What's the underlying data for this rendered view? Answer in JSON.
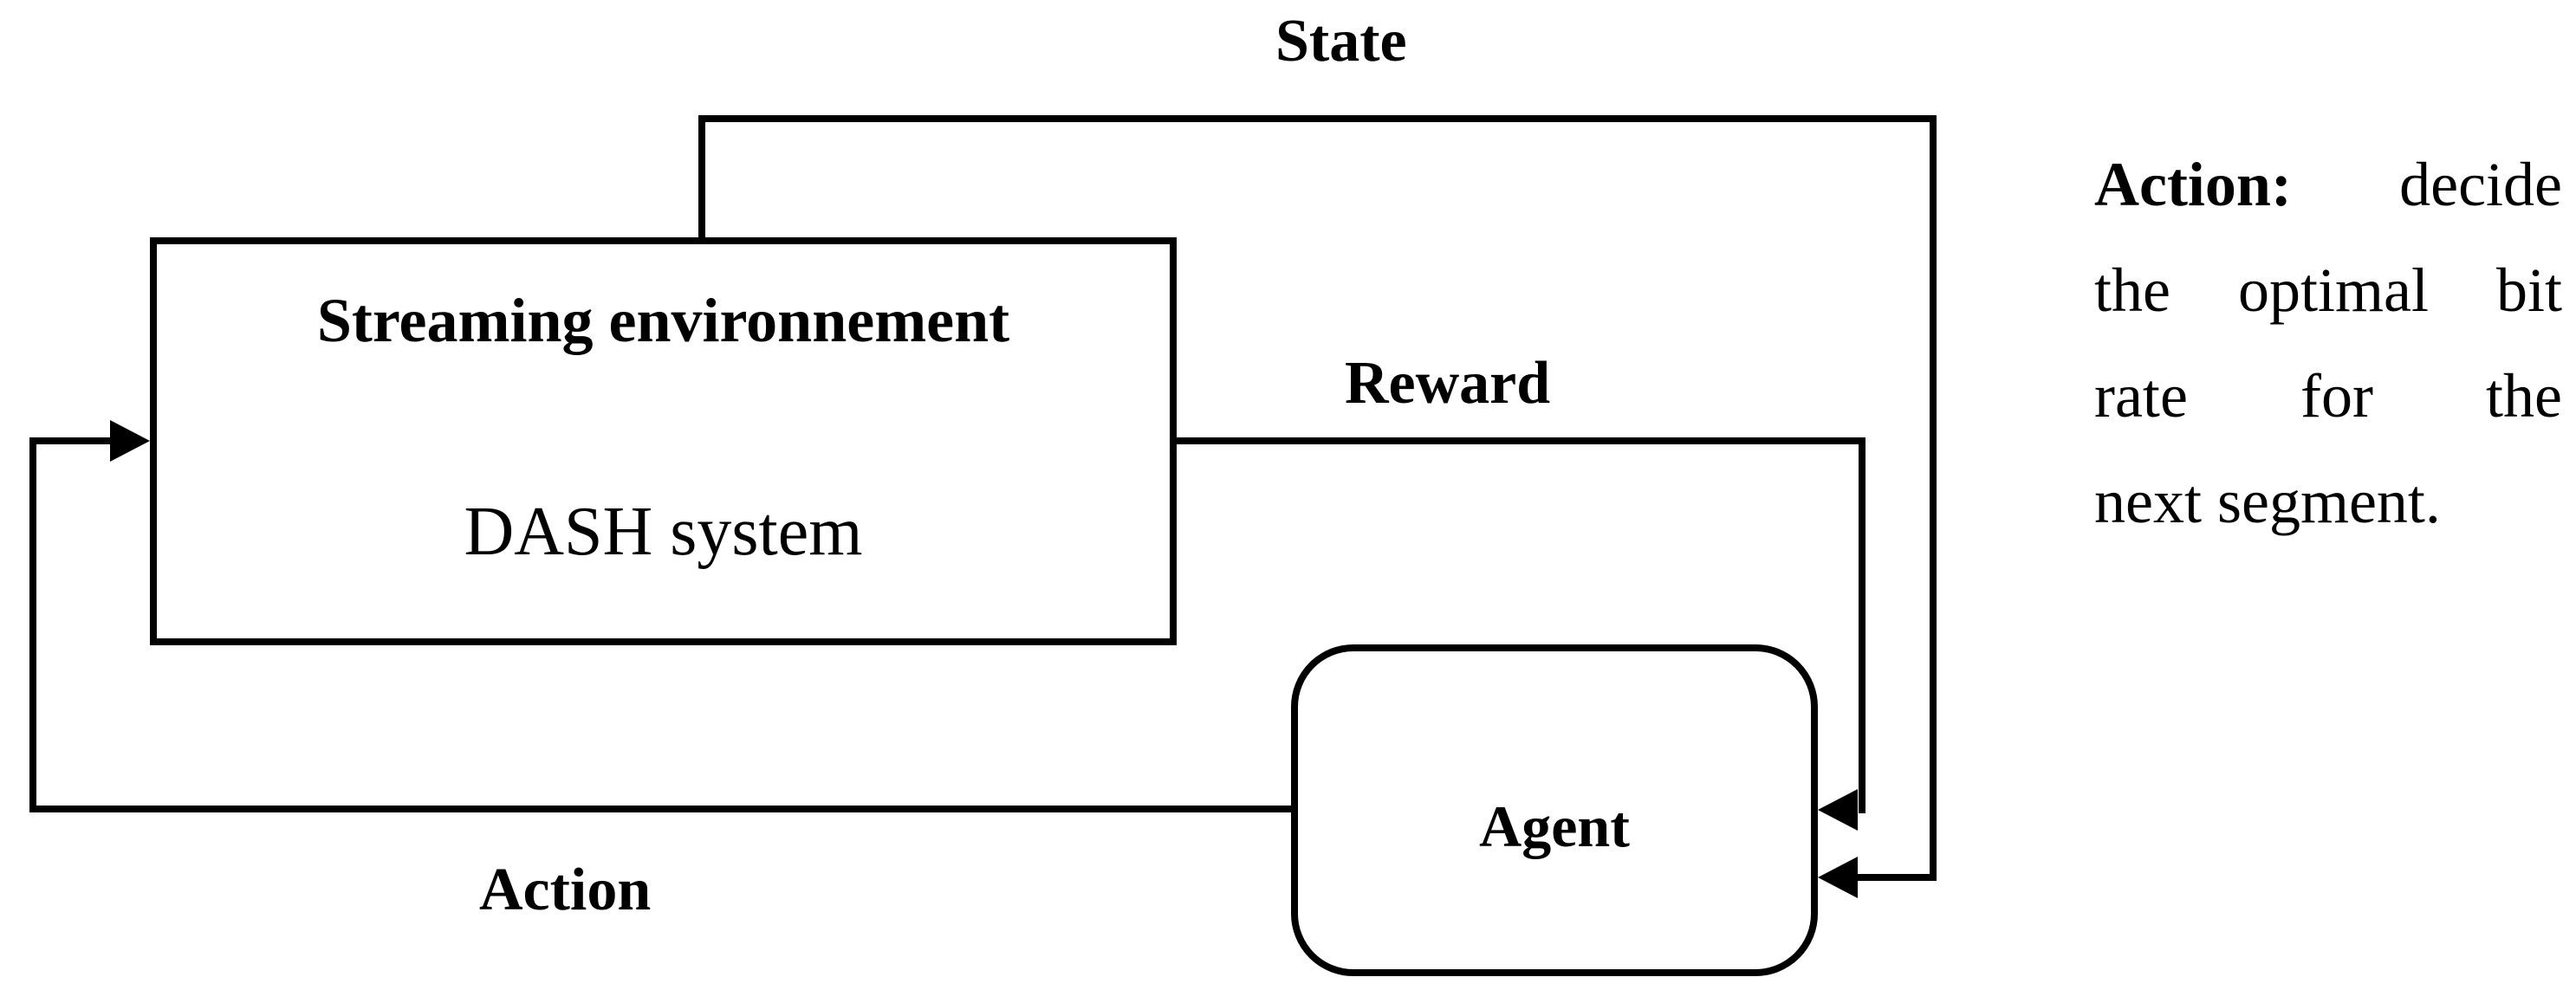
{
  "figure": {
    "background": "#ffffff",
    "ink": "#000000",
    "environment_box": {
      "title": "Streaming environnement",
      "subtitle": "DASH system"
    },
    "agent_box": {
      "label": "Agent"
    },
    "labels": {
      "state": "State",
      "reward": "Reward",
      "action": "Action"
    },
    "annotation": {
      "lead_bold": "Action:",
      "lead_rest": "decide",
      "line2": "the optimal bit",
      "line3": "rate for the",
      "line4": "next segment."
    }
  }
}
